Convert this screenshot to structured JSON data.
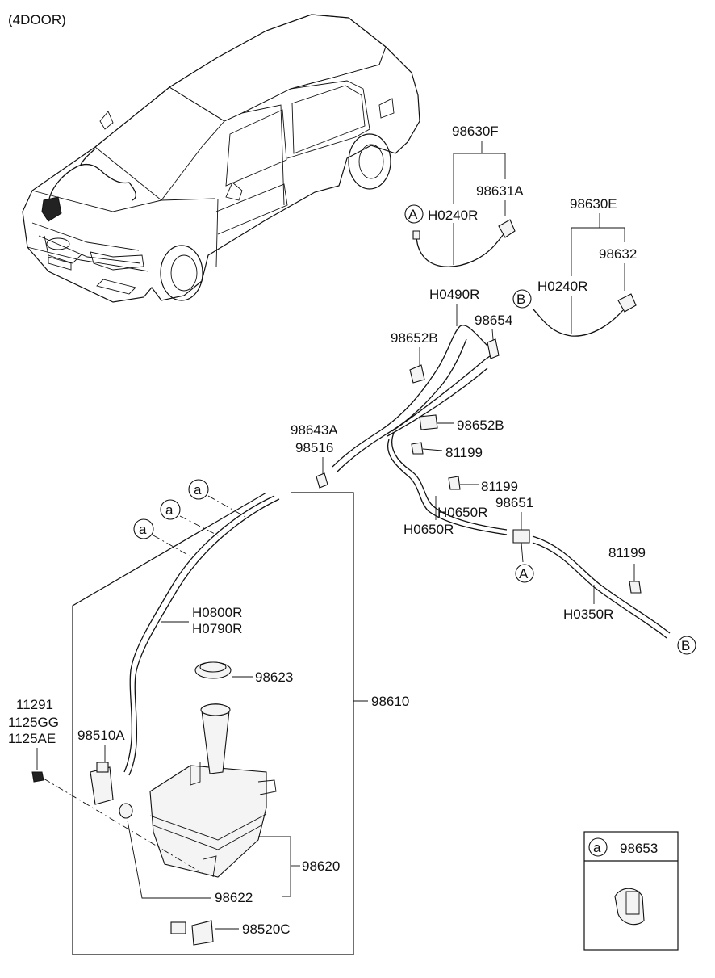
{
  "header": {
    "variant": "(4DOOR)"
  },
  "callouts": {
    "A": "A",
    "B": "B",
    "a": "a"
  },
  "labels": {
    "p98630F": "98630F",
    "p98631A": "98631A",
    "h0240r_1": "H0240R",
    "p98630E": "98630E",
    "p98632": "98632",
    "h0240r_2": "H0240R",
    "h0490r": "H0490R",
    "p98654": "98654",
    "p98652B_1": "98652B",
    "p98652B_2": "98652B",
    "p98643A": "98643A",
    "p98516": "98516",
    "p81199_1": "81199",
    "p81199_2": "81199",
    "p81199_3": "81199",
    "p98651": "98651",
    "h0650r": "H0650R",
    "h0350r": "H0350R",
    "h0800r": "H0800R",
    "h0790r": "H0790R",
    "p98623": "98623",
    "p98610": "98610",
    "p11291": "11291",
    "p1125GG": "1125GG",
    "p1125AE": "1125AE",
    "p98510A": "98510A",
    "p98620": "98620",
    "p98622": "98622",
    "p98520C": "98520C"
  },
  "legend_box": {
    "symbol": "a",
    "part_number": "98653"
  }
}
